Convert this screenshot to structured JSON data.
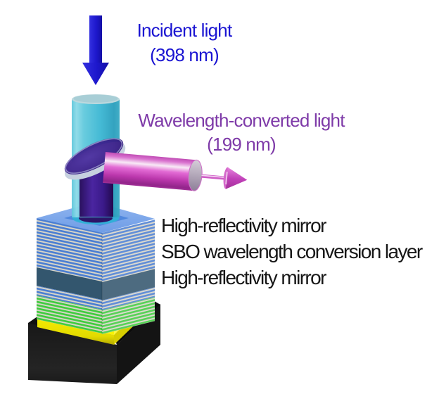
{
  "figure": {
    "incident_light": {
      "line1": "Incident light",
      "line2": "(398 nm)",
      "text_color": "#1a14d2",
      "beam_color": "#3db7d3",
      "arrow_color": "#2320c8"
    },
    "converted_light": {
      "line1": "Wavelength-converted light",
      "line2": "(199 nm)",
      "text_color": "#7e3aa8",
      "beam_color": "#d54cc8"
    },
    "stack_labels": {
      "line1": "High-reflectivity mirror",
      "line2": "SBO wavelength conversion layer",
      "line3": "High-reflectivity mirror",
      "text_color": "#161616"
    },
    "device": {
      "top_mirror_stripe_color": "#4a7ed2",
      "bottom_mirror_stripe_color": "#3ecc3e",
      "stripe_spacer_color": "#d8d5c8",
      "sbo_layer_color": "#33566e",
      "lid_color": "#7fa7e9",
      "substrate_color": "#efe600",
      "base_color": "#1d1d1d",
      "dichroic_disc_color": "#3a1f8a",
      "inner_beam_color": "#46219a"
    }
  }
}
